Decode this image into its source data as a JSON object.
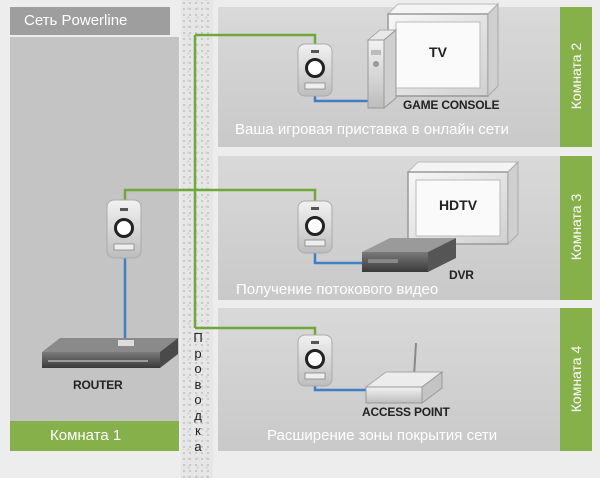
{
  "title": "Сеть Powerline",
  "wall_label": "Проводка",
  "rooms": {
    "room1": {
      "label": "Комната 1",
      "device": "ROUTER"
    },
    "room2": {
      "label": "Комната 2",
      "device": "GAME CONSOLE",
      "screen": "TV",
      "caption": "Ваша игровая приставка в онлайн сети"
    },
    "room3": {
      "label": "Комната 3",
      "device": "DVR",
      "screen": "HDTV",
      "caption": "Получение потокового видео"
    },
    "room4": {
      "label": "Комната 4",
      "device": "ACCESS POINT",
      "caption": "Расширение зоны покрытия сети"
    }
  },
  "colors": {
    "panel": "#bfbfbf",
    "green": "#86b04a",
    "wire_green": "#6ea83a",
    "wire_blue": "#3f7fc4",
    "title_tab": "#9e9e9e"
  }
}
